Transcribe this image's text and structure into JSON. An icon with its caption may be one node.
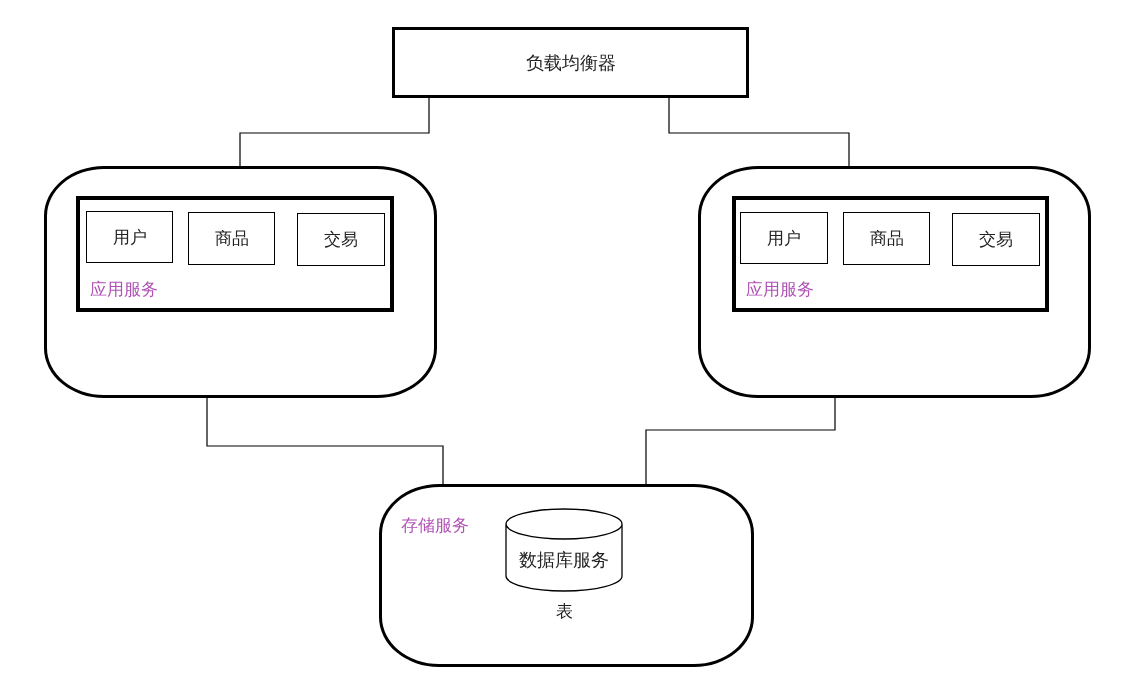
{
  "diagram": {
    "nodes": [
      {
        "text": [
          "负载均衡器"
        ]
      },
      {
        "text": [],
        "shape": "box"
      },
      {
        "text": [
          "应用服务"
        ],
        "in": 1
      },
      {
        "text": [
          "用户"
        ],
        "in": 2
      },
      {
        "text": [
          "商品"
        ],
        "in": 2
      },
      {
        "text": [
          "交易"
        ],
        "in": 2
      },
      {
        "text": [],
        "shape": "box"
      },
      {
        "text": [
          "应用服务"
        ],
        "in": 6
      },
      {
        "text": [
          "用户"
        ],
        "in": 7
      },
      {
        "text": [
          "商品"
        ],
        "in": 7
      },
      {
        "text": [
          "交易"
        ],
        "in": 7
      },
      {
        "text": [
          "存储服务"
        ]
      },
      {
        "text": [
          "数据库服务"
        ],
        "in": 11,
        "beside": [
          "表"
        ]
      }
    ],
    "edges": [
      {
        "from": 0,
        "to": 1,
        "arrow": "none"
      },
      {
        "from": 0,
        "to": 6,
        "arrow": "none"
      },
      {
        "from": 1,
        "to": 11,
        "arrow": "none"
      },
      {
        "from": 6,
        "to": 11,
        "arrow": "none"
      }
    ]
  }
}
